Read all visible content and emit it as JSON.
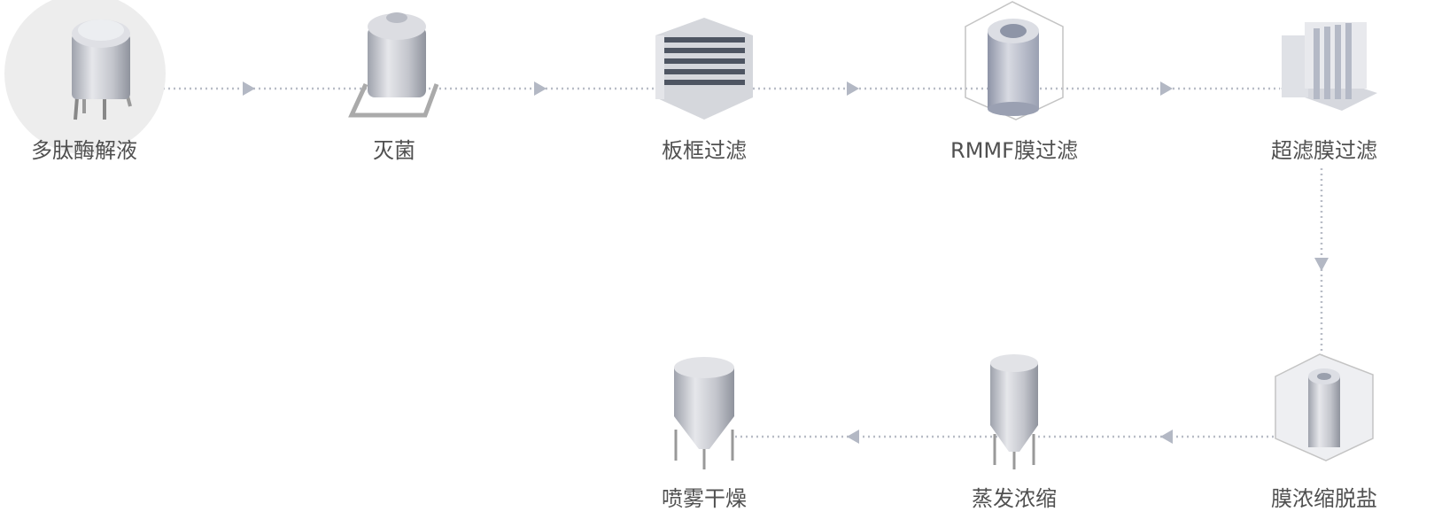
{
  "steps": [
    {
      "label": "多肽酶解液",
      "icon": "tank-icon"
    },
    {
      "label": "灭菌",
      "icon": "sterilizer-icon"
    },
    {
      "label": "板框过滤",
      "icon": "plate-frame-filter-icon"
    },
    {
      "label": "RMMF膜过滤",
      "icon": "membrane-cartridge-icon"
    },
    {
      "label": "超滤膜过滤",
      "icon": "ultrafiltration-rack-icon"
    },
    {
      "label": "膜浓缩脱盐",
      "icon": "membrane-module-icon"
    },
    {
      "label": "蒸发浓缩",
      "icon": "evaporator-icon"
    },
    {
      "label": "喷雾干燥",
      "icon": "spray-dryer-icon"
    }
  ],
  "colors": {
    "line": "#b8bcc6",
    "arrow": "#b3b8c4",
    "metal": "#c9cbd2",
    "highlight": "#ededed"
  }
}
